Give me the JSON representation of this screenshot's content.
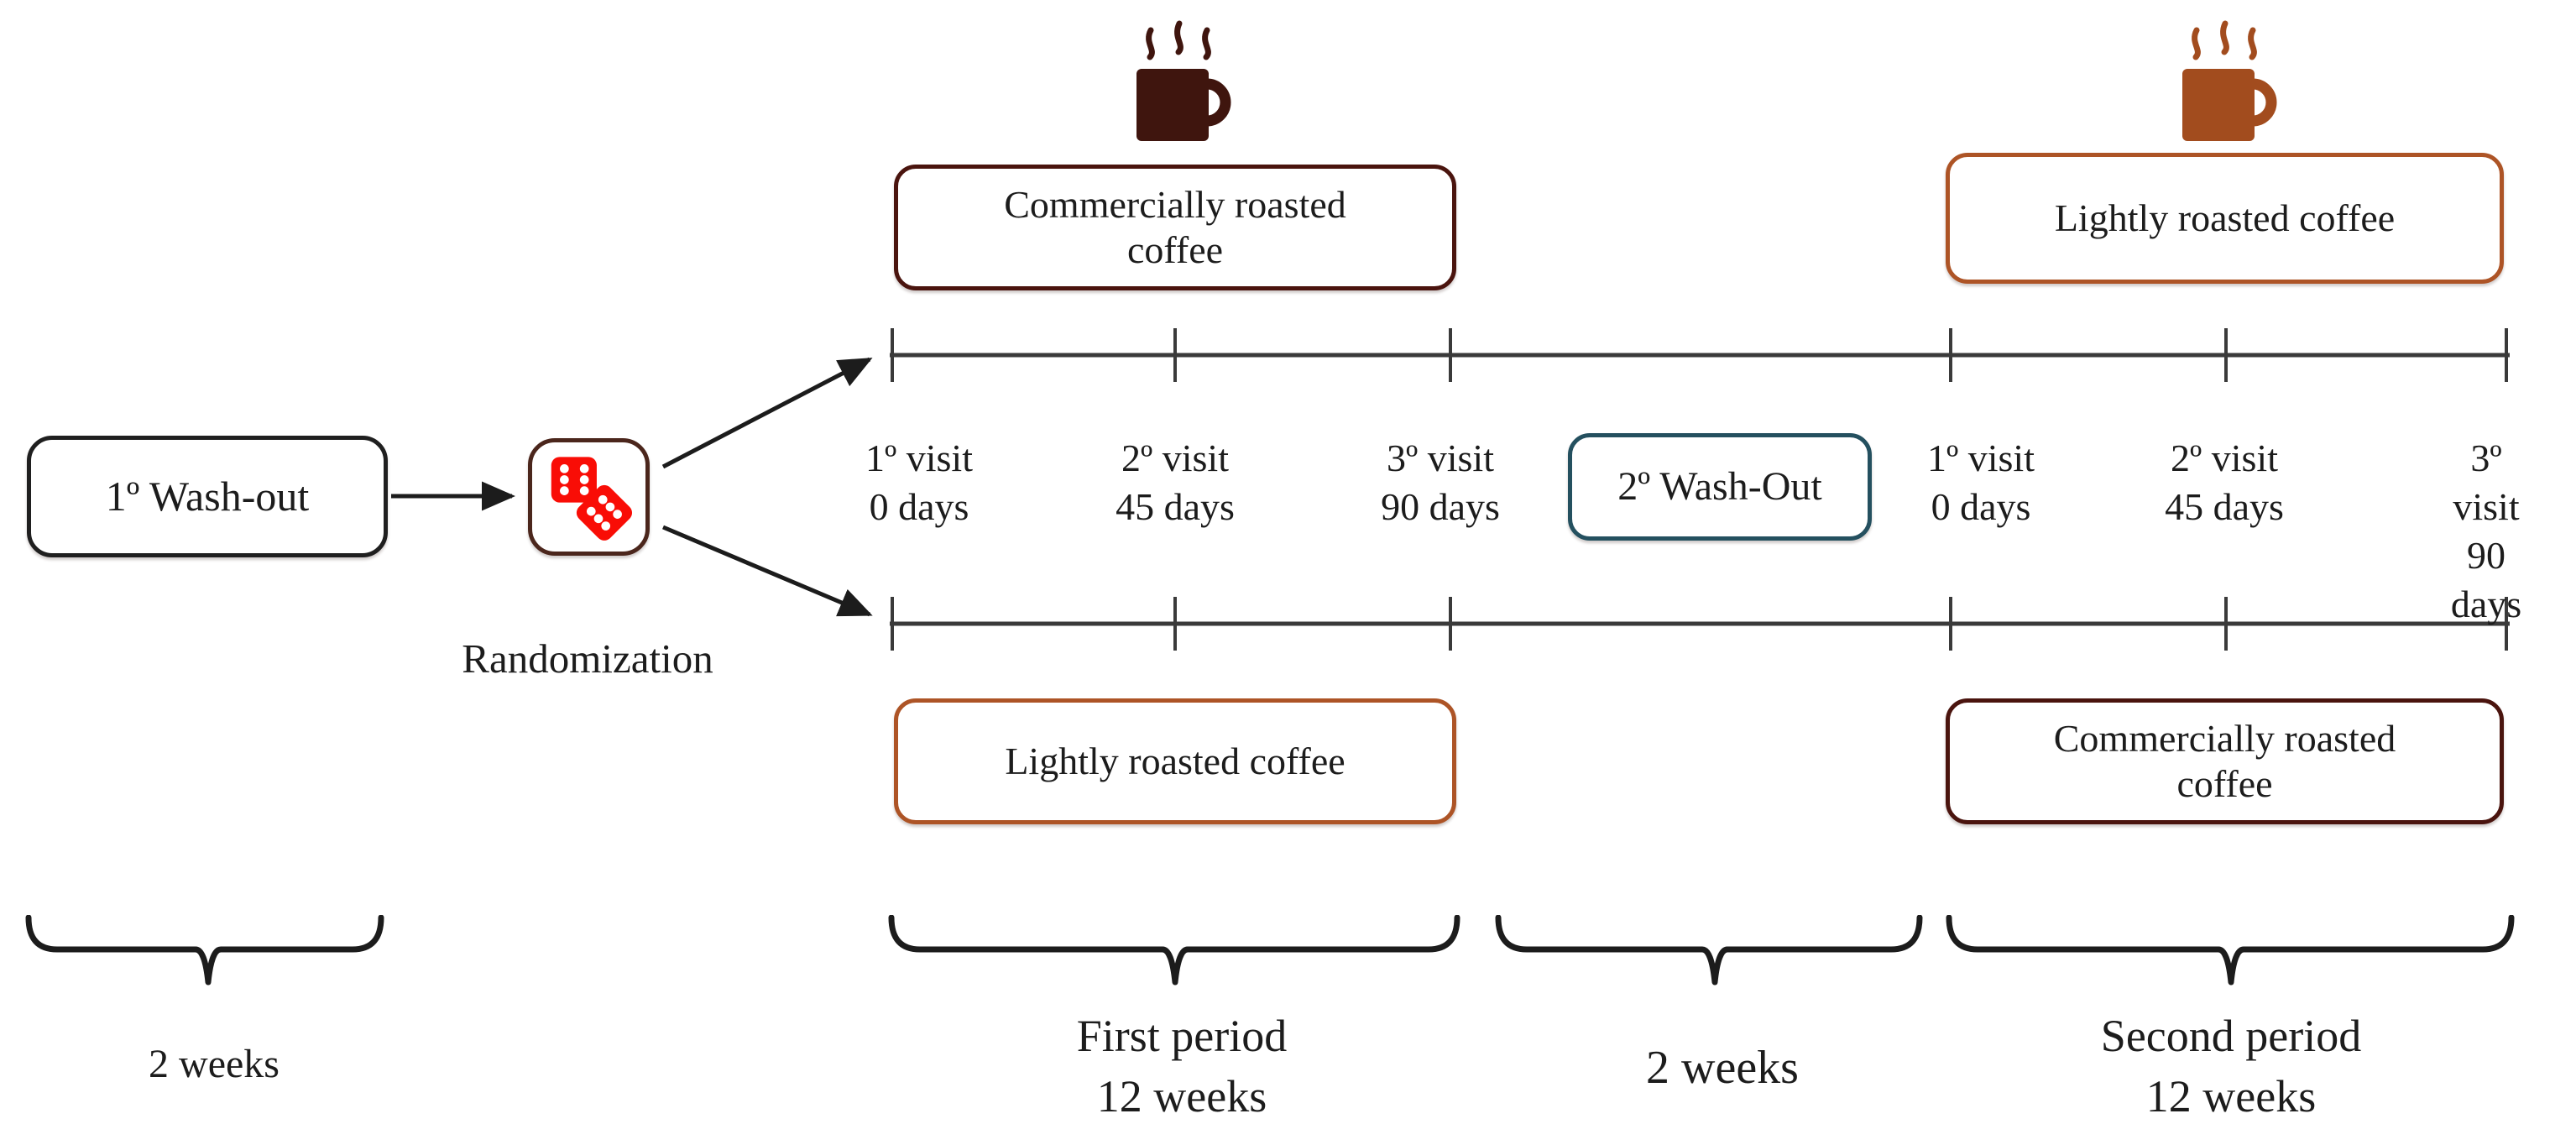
{
  "palette": {
    "commercial_roast": "#4a140e",
    "light_roast": "#a64d1f",
    "light_roast_border": "#ad5426",
    "washout1_border": "#1f1f1f",
    "washout2_border": "#24505f",
    "dice_border": "#4b261c",
    "dice_red": "#f90d06",
    "timeline": "#3a3a3a",
    "text": "#1c1c1c"
  },
  "icons": {
    "dark_cup": "coffee-mug-dark-icon",
    "light_cup": "coffee-mug-light-icon",
    "dice": "dice-icon"
  },
  "washout1": {
    "label": "1º Wash-out",
    "duration": "2 weeks"
  },
  "randomization": {
    "label": "Randomization"
  },
  "washout2": {
    "label": "2º Wash-Out",
    "duration": "2 weeks"
  },
  "first_period": {
    "top_box": "Commercially roasted\ncoffee",
    "bottom_box": "Lightly roasted coffee",
    "visits": [
      {
        "ordinal": "1º visit",
        "day": "0 days"
      },
      {
        "ordinal": "2º visit",
        "day": "45 days"
      },
      {
        "ordinal": "3º visit",
        "day": "90 days"
      }
    ],
    "brace_label": "First period\n12 weeks"
  },
  "second_period": {
    "top_box": "Lightly roasted coffee",
    "bottom_box": "Commercially roasted\ncoffee",
    "visits": [
      {
        "ordinal": "1º visit",
        "day": "0 days"
      },
      {
        "ordinal": "2º visit",
        "day": "45 days"
      },
      {
        "ordinal": "3º visit",
        "day": "90 days"
      }
    ],
    "brace_label": "Second period\n12 weeks"
  }
}
